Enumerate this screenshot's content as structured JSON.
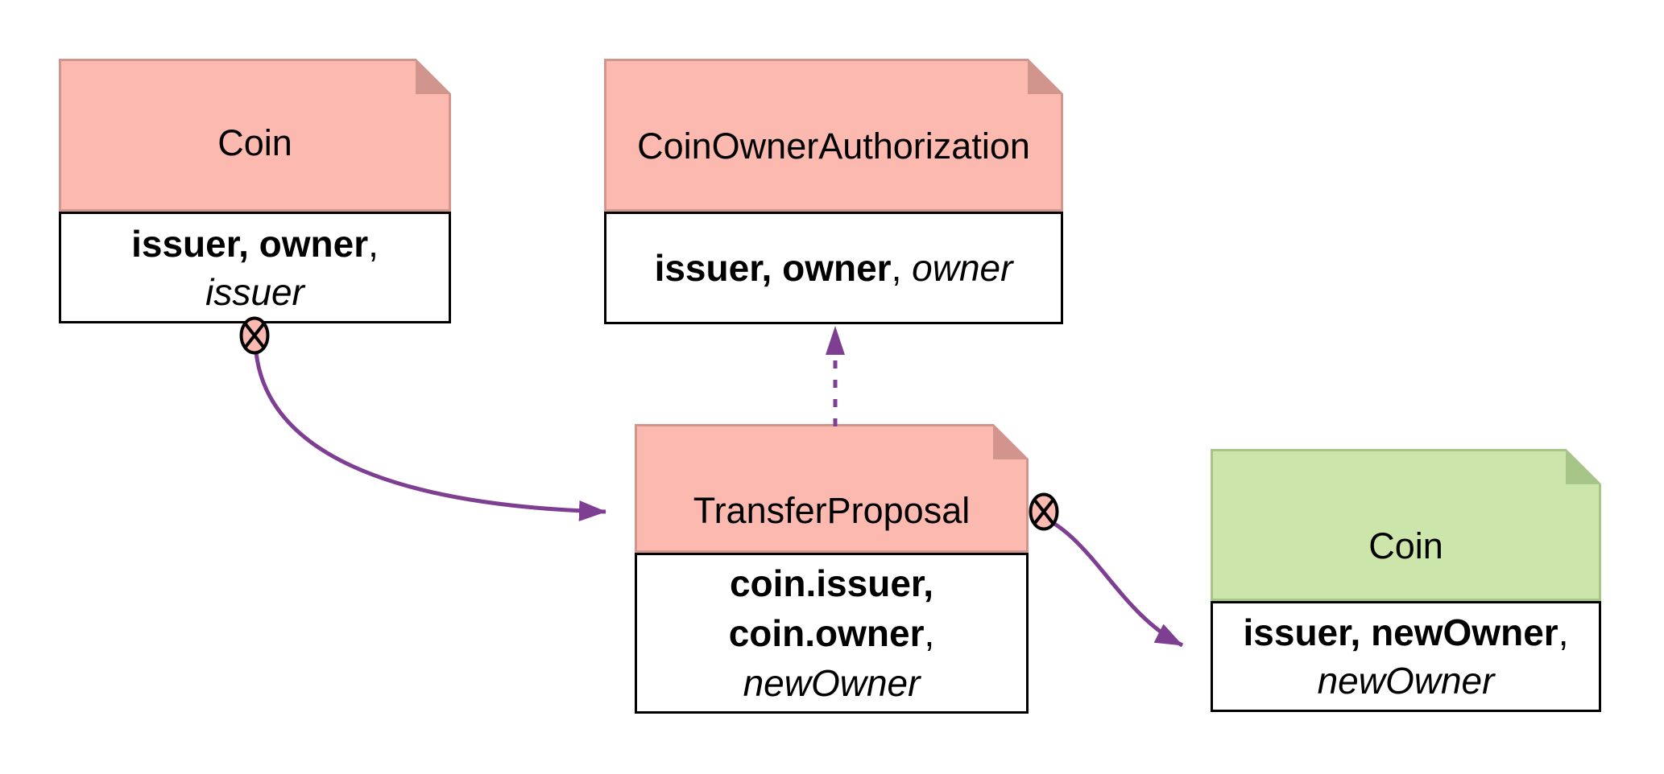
{
  "colors": {
    "pink_fill": "#FBB9AF",
    "pink_edge": "#D2958E",
    "green_fill": "#CCE5AB",
    "green_edge": "#A6C587",
    "blue_fill": "#B2D3EE",
    "border_black": "#000000",
    "purple": "#7E3F93"
  },
  "nodes": [
    {
      "id": "coin-source",
      "title": "Coin",
      "body_lines": [
        {
          "segments": [
            {
              "style": "bold",
              "text": "issuer, owner"
            },
            {
              "style": "regular",
              "text": ","
            }
          ]
        },
        {
          "segments": [
            {
              "style": "italic",
              "text": "issuer"
            }
          ]
        }
      ]
    },
    {
      "id": "coin-owner-authorization",
      "title": "CoinOwnerAuthorization",
      "body_lines": [
        {
          "segments": [
            {
              "style": "bold",
              "text": "issuer, owner"
            },
            {
              "style": "regular",
              "text": ", "
            },
            {
              "style": "italic",
              "text": "owner"
            }
          ]
        }
      ]
    },
    {
      "id": "transfer-proposal",
      "title": "TransferProposal",
      "body_lines": [
        {
          "segments": [
            {
              "style": "bold",
              "text": "coin.issuer,"
            }
          ]
        },
        {
          "segments": [
            {
              "style": "bold",
              "text": "coin.owner"
            },
            {
              "style": "regular",
              "text": ","
            }
          ]
        },
        {
          "segments": [
            {
              "style": "italic",
              "text": "newOwner"
            }
          ]
        }
      ]
    },
    {
      "id": "coin-result",
      "title": "Coin",
      "body_lines": [
        {
          "segments": [
            {
              "style": "bold",
              "text": "issuer, newOwner"
            },
            {
              "style": "regular",
              "text": ","
            }
          ]
        },
        {
          "segments": [
            {
              "style": "italic",
              "text": "newOwner"
            }
          ]
        }
      ]
    }
  ],
  "edges": [
    {
      "from": "coin-source",
      "to": "transfer-proposal",
      "style": "solid",
      "start_marker": "archive-cross"
    },
    {
      "from": "transfer-proposal",
      "to": "coin-owner-authorization",
      "style": "dashed",
      "start_marker": "none"
    },
    {
      "from": "transfer-proposal",
      "to": "coin-result",
      "style": "solid",
      "start_marker": "archive-cross"
    }
  ]
}
